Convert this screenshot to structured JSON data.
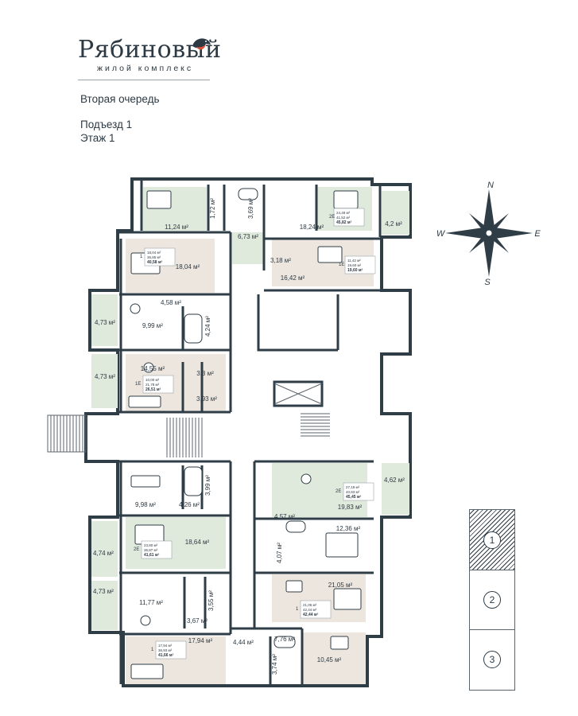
{
  "header": {
    "brand": "Рябиновый",
    "brand_sub": "жилой комплекс",
    "queue": "Вторая очередь",
    "entrance": "Подъезд 1",
    "floor": "Этаж 1"
  },
  "compass": {
    "n": "N",
    "e": "E",
    "s": "S",
    "w": "W"
  },
  "floor_selector": {
    "items": [
      "1",
      "2",
      "3"
    ],
    "active": "1"
  },
  "colors": {
    "wall": "#2f3d47",
    "room_green": "#dfe9dc",
    "room_beige": "#ece6de",
    "ink": "#2d3a44"
  },
  "plan": {
    "areas": [
      "11,24 м²",
      "1,72 м²",
      "3,69 м²",
      "18,24 м²",
      "4,2 м²",
      "6,73 м²",
      "18,04 м²",
      "3,18 м²",
      "16,42 м²",
      "4,58 м²",
      "4,73 м²",
      "9,99 м²",
      "4,24 м²",
      "4,73 м²",
      "14,55 м²",
      "3,3 м²",
      "3,93 м²",
      "9,98 м²",
      "4,26 м²",
      "3,99 м²",
      "4,62 м²",
      "19,83 м²",
      "4,57 м²",
      "12,36 м²",
      "4,74 м²",
      "18,64 м²",
      "4,07 м²",
      "4,73 м²",
      "11,77 м²",
      "3,55 м²",
      "21,05 м²",
      "3,67 м²",
      "17,94 м²",
      "4,44 м²",
      "7,76 м²",
      "3,74 м²",
      "10,45 м²"
    ],
    "flats": [
      {
        "type": "2E",
        "l1": "24,48 м²",
        "l2": "41,52 м²",
        "l3": "45,82 м²"
      },
      {
        "type": "1",
        "l1": "18,04 м²",
        "l2": "36,85 м²",
        "l3": "40,58 м²"
      },
      {
        "type": "1E",
        "l1": "11,42 м²",
        "l2": "19,60 м²",
        "l3": "19,60 м²"
      },
      {
        "type": "1E",
        "l1": "10,00 м²",
        "l2": "21,78 м²",
        "l3": "26,51 м²"
      },
      {
        "type": "2E",
        "l1": "27,19 м²",
        "l2": "40,83 м²",
        "l3": "45,45 м²"
      },
      {
        "type": "2E",
        "l1": "23,80 м²",
        "l2": "36,87 м²",
        "l3": "41,61 м²"
      },
      {
        "type": "1",
        "l1": "21,05 м²",
        "l2": "42,44 м²",
        "l3": "42,44 м²"
      },
      {
        "type": "1",
        "l1": "17,94 м²",
        "l2": "36,93 м²",
        "l3": "41,66 м²"
      }
    ]
  }
}
